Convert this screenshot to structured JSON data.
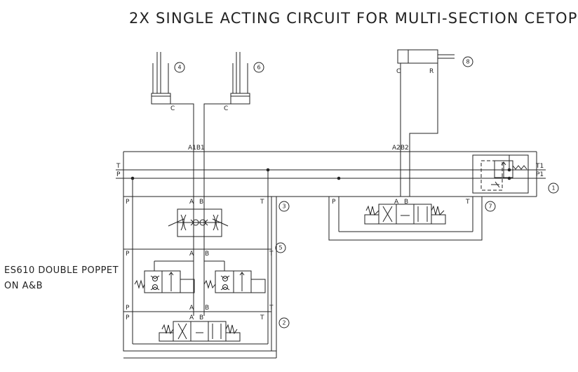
{
  "title": "2X SINGLE ACTING CIRCUIT FOR MULTI-SECTION CETOP",
  "note_lines": [
    "ES610 DOUBLE POPPET",
    "ON A&B"
  ],
  "line_labels": {
    "T": "T",
    "P": "P",
    "T1": "T1",
    "P1": "P1",
    "A1B1": "A1B1",
    "A2B2": "A2B2",
    "A": "A",
    "B": "B",
    "C": "C",
    "R": "R"
  },
  "balloons": [
    "1",
    "2",
    "3",
    "4",
    "5",
    "6",
    "7",
    "8"
  ]
}
